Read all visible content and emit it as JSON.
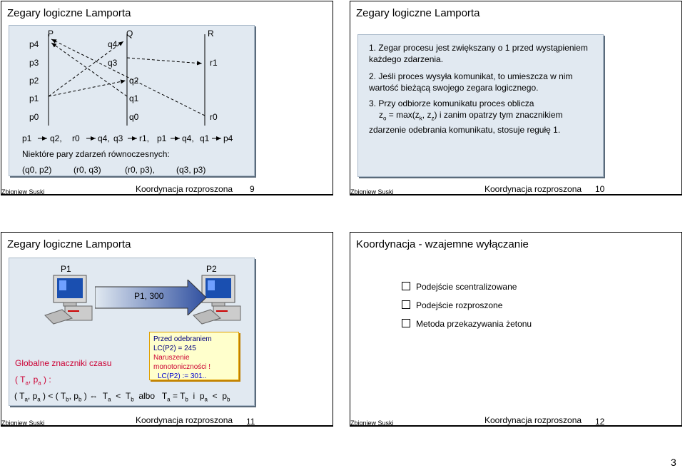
{
  "slides": [
    {
      "title": "Zegary logiczne Lamporta",
      "author": "Zbigniew Suski",
      "footer": "Koordynacja rozproszona",
      "page": "9",
      "processes": [
        "P",
        "Q",
        "R"
      ],
      "p_events": [
        "p4",
        "p3",
        "p2",
        "p1",
        "p0"
      ],
      "q_events": [
        "q4",
        "q3",
        "q2",
        "q1",
        "q0"
      ],
      "r_events": [
        "r1",
        "r0"
      ],
      "relations": [
        "p1",
        "q2,",
        "r0",
        "q4,",
        "q3",
        "r1,",
        "p1",
        "q4,",
        "q1",
        "p4"
      ],
      "concurrent_heading": "Niektóre pary zdarzeń równoczesnych:",
      "concurrent_pairs": [
        "(q0, p2)",
        "(r0, q3)",
        "(r0, p3),",
        "(q3, p3)"
      ]
    },
    {
      "title": "Zegary logiczne Lamporta",
      "author": "Zbigniew Suski",
      "footer": "Koordynacja rozproszona",
      "page": "10",
      "items": [
        {
          "num": "1.",
          "text": "Zegar procesu jest zwiększany o 1 przed wystąpieniem każdego zdarzenia."
        },
        {
          "num": "2.",
          "text": "Jeśli proces wysyła komunikat, to umieszcza w nim wartość bieżącą swojego zegara logicznego."
        },
        {
          "num": "3.",
          "text_a": "Przy odbiorze komunikatu proces oblicza",
          "text_b": "i zanim opatrzy tym znacznikiem zdarzenie odebrania komunikatu, stosuje regułę 1."
        }
      ]
    },
    {
      "title": "Zegary logiczne Lamporta",
      "author": "Zbigniew Suski",
      "footer": "Koordynacja rozproszona",
      "page": "11",
      "p1_label": "P1",
      "p2_label": "P2",
      "message": "P1, 300",
      "box_lines": [
        "Przed odebraniem",
        "LC(P2) = 245",
        "Naruszenie",
        "monotoniczności !",
        "LC(P2) := 301.."
      ],
      "timestamps_label": "Globalne znaczniki czasu",
      "altered": "albo"
    },
    {
      "title": "Koordynacja - wzajemne wyłączanie",
      "author": "Zbigniew Suski",
      "footer": "Koordynacja rozproszona",
      "page": "12",
      "options": [
        "Podejście scentralizowane",
        "Podejście rozproszone",
        "Metoda przekazywania żetonu"
      ]
    }
  ],
  "corner_page": "3",
  "colors": {
    "panel": "#e1e9f1",
    "panel_border": "#a9b9c9",
    "navy": "#000080",
    "red_text": "#cc0033",
    "blue_text": "#0000cc",
    "box_fill": "#ffffcc",
    "box_border": "#e0a000"
  }
}
